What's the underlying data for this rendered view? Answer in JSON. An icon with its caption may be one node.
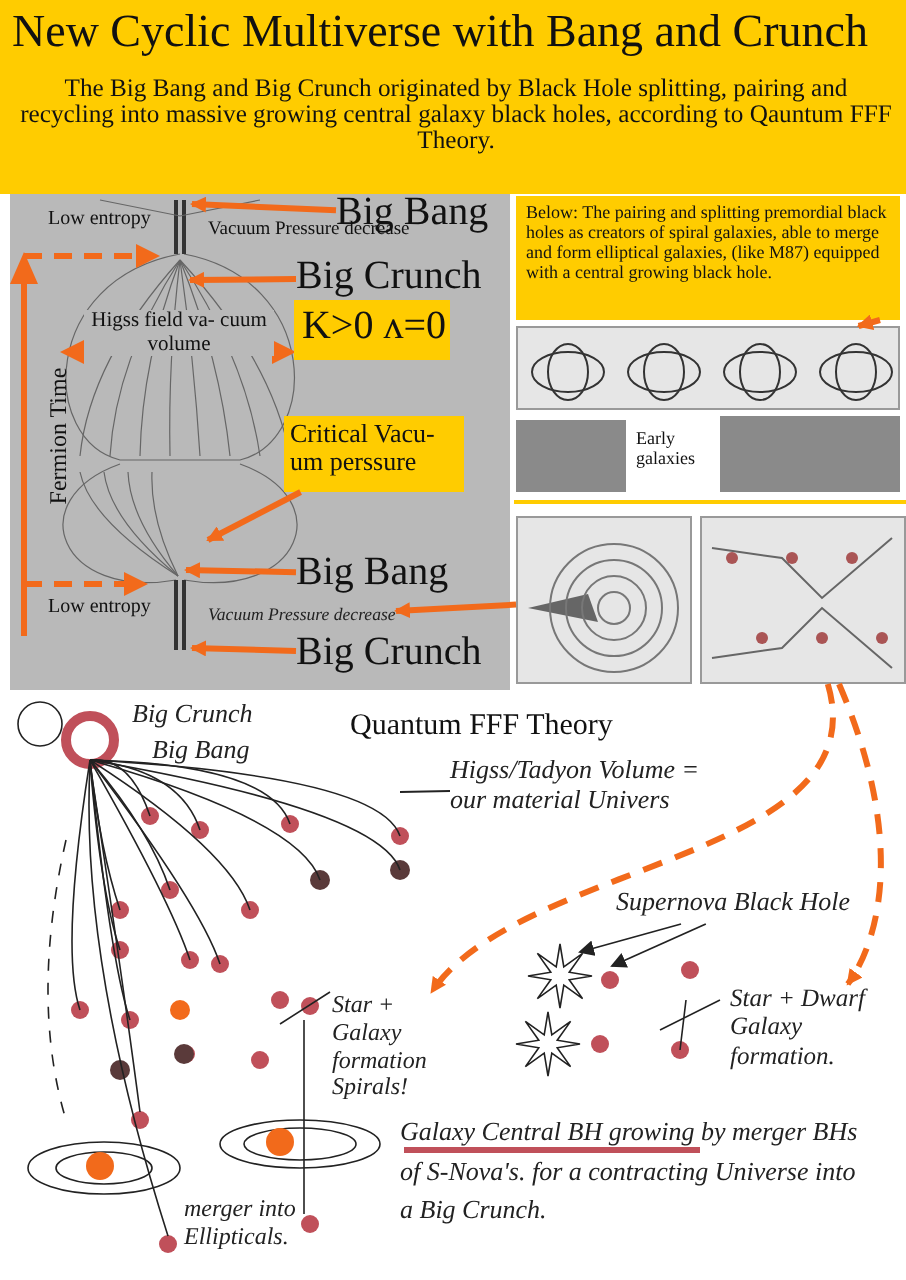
{
  "diagram": {
    "title": "New Cyclic Multiverse with Bang and Crunch",
    "nodes": [
      {
        "text": [
          "Big Bang"
        ]
      },
      {
        "text": [
          "Big Crunch"
        ]
      },
      {
        "text": [
          "Critical Vacu- um perssure"
        ]
      },
      {
        "text": [
          "Big Bang"
        ]
      },
      {
        "text": [
          "Big Crunch"
        ]
      },
      {
        "text": [
          "Below: The pairing and splitting premordial black holes as creators of spiral galaxies, able to merge and form elliptical galaxies, (like M87) equipped with a central growing black hole."
        ]
      },
      {
        "text": [],
        "shape": "picture"
      },
      {
        "text": [],
        "shape": "picture"
      },
      {
        "text": [],
        "shape": "picture"
      },
      {
        "text": [
          "Big Crunch"
        ]
      },
      {
        "text": [
          "Big Bang"
        ]
      },
      {
        "text": [
          "Higss/Tadyon Volume = our material Univers"
        ]
      },
      {
        "text": [
          "Supernova Black Hole"
        ]
      },
      {
        "text": [
          "Star + Galaxy formation Spirals!"
        ]
      },
      {
        "text": [
          "Star + Dwarf Galaxy formation."
        ]
      },
      {
        "text": [
          "Galaxy Central BH growing by merger BHs of S-Nova's. for a contracting Universe into a Big Crunch."
        ]
      },
      {
        "text": [
          "merger into Ellipticals."
        ]
      },
      {
        "text": [],
        "shape": "picture"
      },
      {
        "text": [
          "Vacuum Pressure decrease"
        ]
      }
    ],
    "edges": [
      {
        "from": 0,
        "to": 17,
        "arrow": "to"
      },
      {
        "from": 1,
        "to": 17,
        "arrow": "to"
      },
      {
        "from": 2,
        "to": 17,
        "arrow": "to"
      },
      {
        "from": 3,
        "to": 17,
        "arrow": "to"
      },
      {
        "from": 4,
        "to": 17,
        "arrow": "to"
      },
      {
        "from": 5,
        "to": 6,
        "arrow": "to"
      },
      {
        "from": 7,
        "to": 18,
        "arrow": "to"
      },
      {
        "from": 8,
        "to": 13,
        "arrow": "to",
        "style": "dashed"
      },
      {
        "from": 8,
        "to": 14,
        "arrow": "to",
        "style": "dashed"
      },
      {
        "from": 11,
        "to": null,
        "arrow": "none",
        "color": "#222222"
      },
      {
        "from": 12,
        "to": null,
        "arrow": "to",
        "color": "#222222"
      },
      {
        "from": 12,
        "to": null,
        "arrow": "to",
        "color": "#222222"
      }
    ],
    "labels": [
      "The Big Bang and Big Crunch originated by Black Hole splitting, pairing and recycling into massive growing central galaxy black holes, according to Qauntum FFF Theory.",
      "Low entropy",
      "Vacuum Pressure decrease",
      "Higss field va- cuum volume",
      "K>0 ʌ=0",
      "Fermion Time",
      "Early galaxies",
      "Low entropy",
      "Quantum FFF Theory"
    ]
  }
}
